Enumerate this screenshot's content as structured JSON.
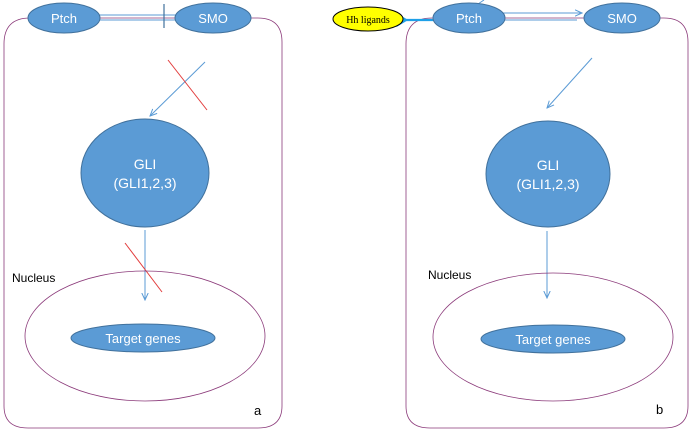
{
  "panel_a": {
    "ptch": "Ptch",
    "smo": "SMO",
    "gli_line1": "GLI",
    "gli_line2": "(GLI1,2,3)",
    "nucleus": "Nucleus",
    "target": "Target genes",
    "letter": "a"
  },
  "panel_b": {
    "ligand": "Hh ligands",
    "ptch": "Ptch",
    "smo": "SMO",
    "gli_line1": "GLI",
    "gli_line2": "(GLI1,2,3)",
    "nucleus": "Nucleus",
    "target": "Target genes",
    "letter": "b"
  },
  "colors": {
    "node_fill": "#5b9bd5",
    "node_stroke": "#41719c",
    "cell_outline": "#8b3a7a",
    "arrow": "#5b9bd5",
    "inhibit_cross": "#e23c3c",
    "ligand_fill": "#ffff00"
  }
}
